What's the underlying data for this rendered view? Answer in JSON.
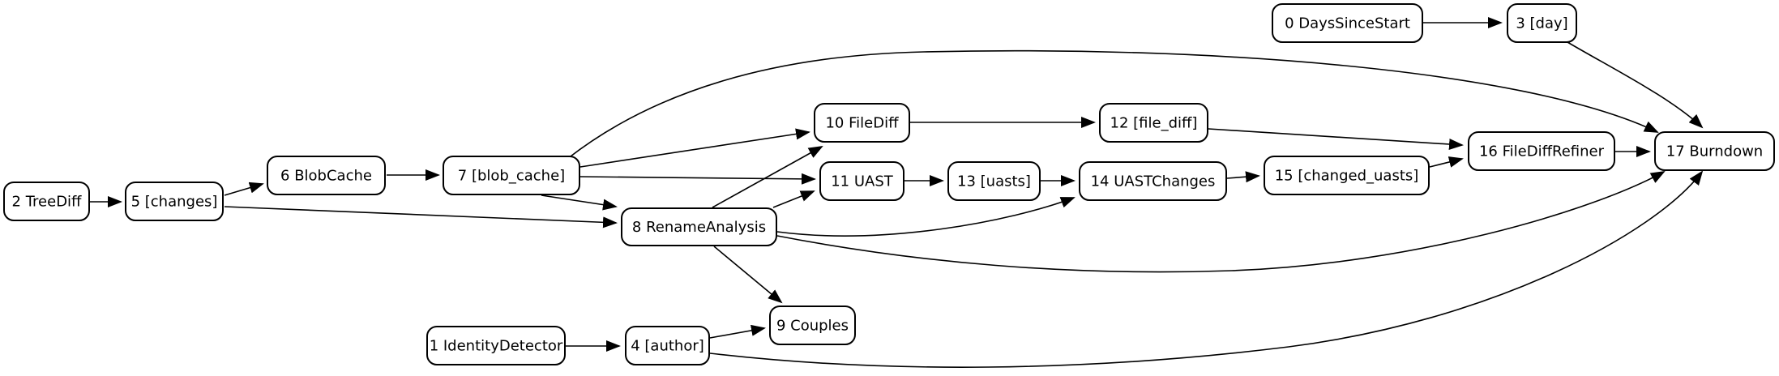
{
  "diagram": {
    "kind": "directed-acyclic-graph",
    "background_color": "#ffffff",
    "node_fill": "#ffffff",
    "node_stroke": "#000000",
    "edge_color": "#000000",
    "nodes": [
      {
        "id": "0",
        "label": "0 DaysSinceStart"
      },
      {
        "id": "1",
        "label": "1 IdentityDetector"
      },
      {
        "id": "2",
        "label": "2 TreeDiff"
      },
      {
        "id": "3",
        "label": "3 [day]"
      },
      {
        "id": "4",
        "label": "4 [author]"
      },
      {
        "id": "5",
        "label": "5 [changes]"
      },
      {
        "id": "6",
        "label": "6 BlobCache"
      },
      {
        "id": "7",
        "label": "7 [blob_cache]"
      },
      {
        "id": "8",
        "label": "8 RenameAnalysis"
      },
      {
        "id": "9",
        "label": "9 Couples"
      },
      {
        "id": "10",
        "label": "10 FileDiff"
      },
      {
        "id": "11",
        "label": "11 UAST"
      },
      {
        "id": "12",
        "label": "12 [file_diff]"
      },
      {
        "id": "13",
        "label": "13 [uasts]"
      },
      {
        "id": "14",
        "label": "14 UASTChanges"
      },
      {
        "id": "15",
        "label": "15 [changed_uasts]"
      },
      {
        "id": "16",
        "label": "16 FileDiffRefiner"
      },
      {
        "id": "17",
        "label": "17 Burndown"
      }
    ],
    "edges": [
      {
        "from": "2",
        "to": "5"
      },
      {
        "from": "5",
        "to": "6"
      },
      {
        "from": "5",
        "to": "8"
      },
      {
        "from": "6",
        "to": "7"
      },
      {
        "from": "7",
        "to": "8"
      },
      {
        "from": "7",
        "to": "10"
      },
      {
        "from": "7",
        "to": "11"
      },
      {
        "from": "7",
        "to": "17"
      },
      {
        "from": "8",
        "to": "9"
      },
      {
        "from": "8",
        "to": "10"
      },
      {
        "from": "8",
        "to": "11"
      },
      {
        "from": "8",
        "to": "14"
      },
      {
        "from": "8",
        "to": "17"
      },
      {
        "from": "10",
        "to": "12"
      },
      {
        "from": "11",
        "to": "13"
      },
      {
        "from": "12",
        "to": "16"
      },
      {
        "from": "13",
        "to": "14"
      },
      {
        "from": "14",
        "to": "15"
      },
      {
        "from": "15",
        "to": "16"
      },
      {
        "from": "16",
        "to": "17"
      },
      {
        "from": "0",
        "to": "3"
      },
      {
        "from": "3",
        "to": "17"
      },
      {
        "from": "1",
        "to": "4"
      },
      {
        "from": "4",
        "to": "9"
      },
      {
        "from": "4",
        "to": "17"
      }
    ]
  }
}
